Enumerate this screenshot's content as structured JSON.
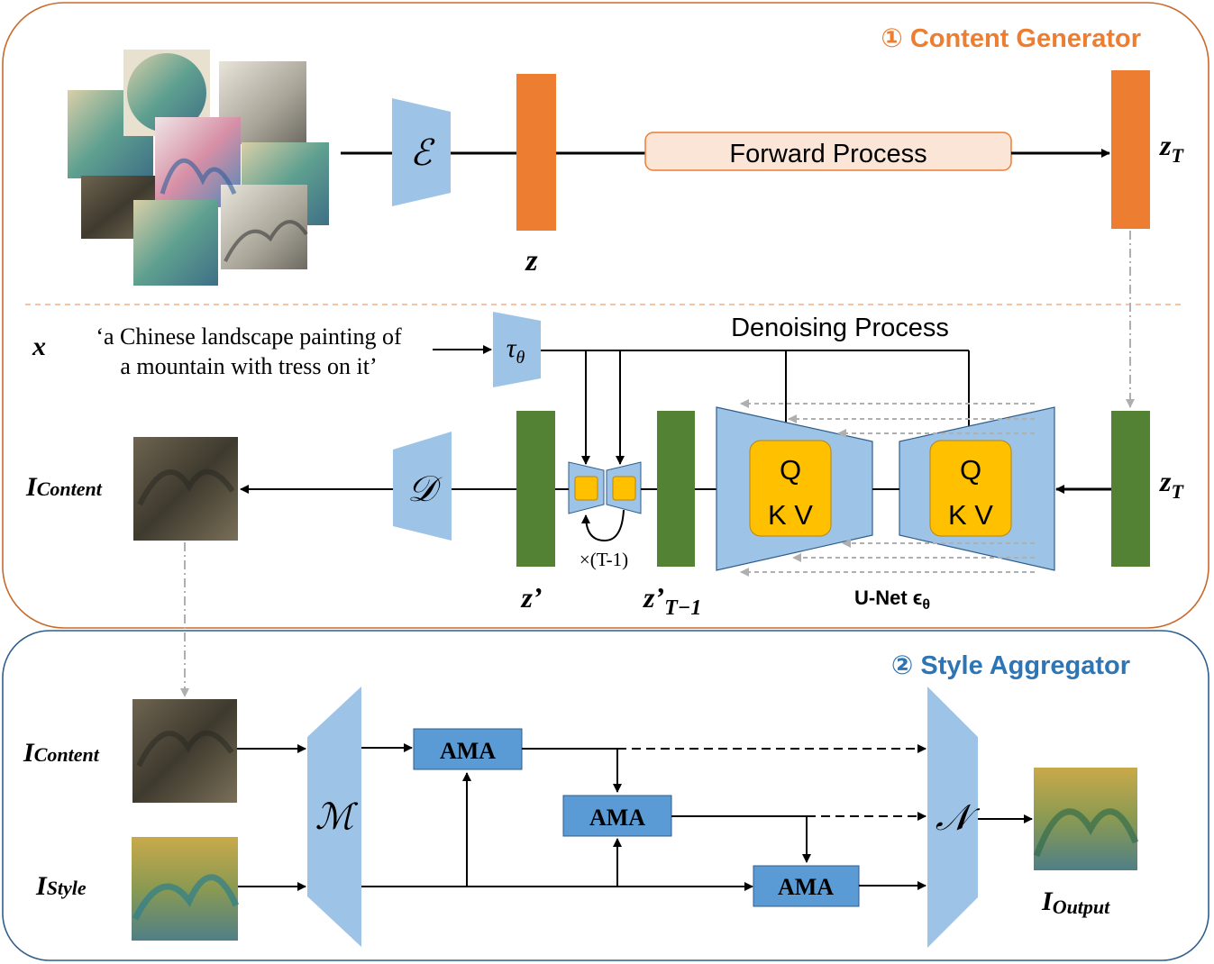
{
  "colors": {
    "content_panel_border": "#C8692E",
    "style_panel_border": "#2F5E8C",
    "content_title": "#ED7D31",
    "style_title": "#2E75B6",
    "orange_latent": "#ED7D31",
    "green_latent": "#548235",
    "encoder_blue": "#9DC3E6",
    "ama_blue": "#5B9BD5",
    "attention_gold": "#FFC000",
    "forward_fill": "#FBE5D6",
    "gray_arrow": "#AFAFAF"
  },
  "content_generator": {
    "title": "① Content Generator",
    "encoder_symbol": "ℰ",
    "latent_z": "z",
    "latent_zT": "z",
    "latent_zT_sub": "T",
    "forward_process": "Forward Process",
    "denoising_process": "Denoising Process",
    "text_condition_symbol": "x",
    "prompt_line1": "‘a Chinese landscape painting of",
    "prompt_line2": "a mountain with tress on it’",
    "text_encoder_symbol": "τ",
    "text_encoder_sub": "θ",
    "decoder_symbol": "𝒟",
    "z_prime": "z’",
    "z_prime_T1": "z’",
    "z_prime_T1_sub": "T−1",
    "loop_label": "×(T-1)",
    "attn_q": "Q",
    "attn_kv": "K V",
    "unet_label": "U-Net ϵ",
    "unet_sub": "θ",
    "zT_bottom": "z",
    "zT_bottom_sub": "T",
    "i_content_main": "I",
    "i_content_sub": "Content"
  },
  "style_aggregator": {
    "title": "② Style Aggregator",
    "i_content_main": "I",
    "i_content_sub": "Content",
    "i_style_main": "I",
    "i_style_sub": "Style",
    "encoder_symbol": "ℳ",
    "decoder_symbol": "𝒩",
    "ama_1": "AMA",
    "ama_2": "AMA",
    "ama_3": "AMA",
    "i_output_main": "I",
    "i_output_sub": "Output"
  }
}
